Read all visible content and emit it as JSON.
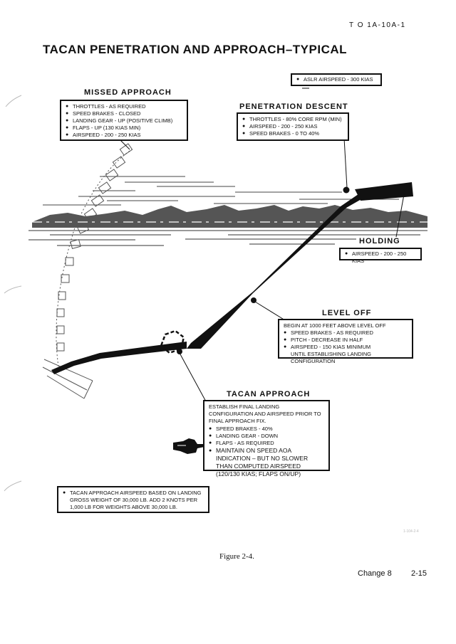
{
  "document_id": "T O  1A-10A-1",
  "title": "TACAN PENETRATION AND APPROACH–TYPICAL",
  "aslr_box": "ASLR AIRSPEED - 300 KIAS",
  "missed_approach": {
    "title": "MISSED APPROACH",
    "items": [
      "THROTTLES - AS REQUIRED",
      "SPEED BRAKES - CLOSED",
      "LANDING GEAR - UP (POSITIVE CLIMB)",
      "FLAPS - UP (130 KIAS MIN)",
      "AIRSPEED - 200 - 250 KIAS"
    ]
  },
  "penetration_descent": {
    "title": "PENETRATION DESCENT",
    "items": [
      "THROTTLES - 80% CORE RPM (MIN)",
      "AIRSPEED - 200 - 250 KIAS",
      "SPEED BRAKES - 0 TO 40%"
    ]
  },
  "holding": {
    "title": "HOLDING",
    "items": [
      "AIRSPEED - 200 - 250 KIAS"
    ]
  },
  "level_off": {
    "title": "LEVEL OFF",
    "intro": "BEGIN AT 1000 FEET ABOVE LEVEL OFF",
    "items": [
      "SPEED BRAKES - AS REQUIRED",
      "PITCH - DECREASE IN HALF",
      "AIRSPEED - 150 KIAS MINIMUM"
    ],
    "continuation": "UNTIL ESTABLISHING LANDING CONFIGURATION"
  },
  "tacan_approach": {
    "title": "TACAN APPROACH",
    "intro": "ESTABLISH FINAL LANDING CONFIGURATION AND AIRSPEED PRIOR TO FINAL APPROACH FIX.",
    "items": [
      "SPEED BRAKES - 40%",
      "LANDING GEAR - DOWN",
      "FLAPS - AS REQUIRED",
      "MAINTAIN ON SPEED AOA INDICATION – BUT NO SLOWER THAN COMPUTED AIRSPEED (120/130 KIAS; FLAPS ON/UP)"
    ]
  },
  "note_box": "TACAN APPROACH AIRSPEED BASED ON LANDING GROSS WEIGHT OF 30,000 LB. ADD 2 KNOTS PER 1,000 LB FOR WEIGHTS ABOVE 30,000 LB.",
  "figure_caption": "Figure 2-4.",
  "change": "Change 8",
  "page_number": "2-15",
  "small_mark": "1-104-2-4"
}
